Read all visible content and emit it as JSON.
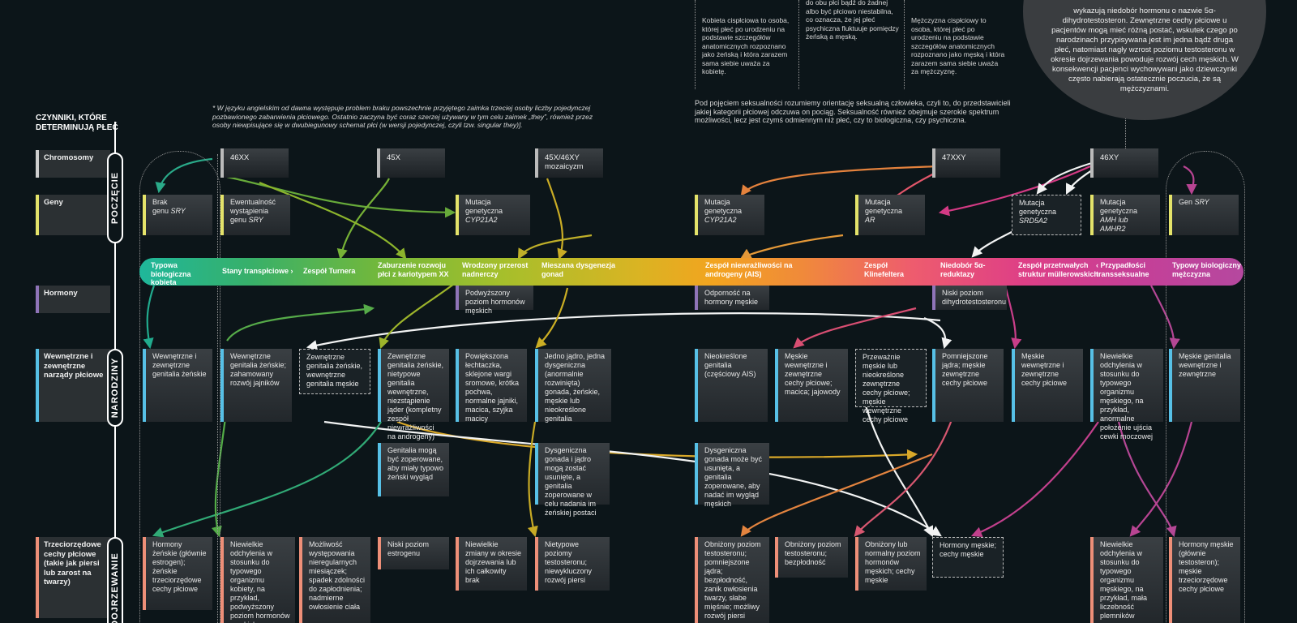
{
  "header": {
    "title_line1": "CZYNNIKI, KTÓRE",
    "title_line2": "DETERMINUJĄ PŁEĆ",
    "footnote": "* W języku angielskim od dawna występuje problem braku powszechnie przyjętego zaimka trzeciej osoby liczby pojedynczej pozbawionego zabarwienia płciowego. Ostatnio zaczyna być coraz szerzej używany w tym celu zaimek „they”, również przez osoby niewpisujące się w dwubiegunowy schemat płci (w wersji pojedynczej, czyli tzw. singular they)].",
    "sexuality_note": "Pod pojęciem seksualności rozumiemy orientację seksualną człowieka, czyli to, do przedstawicieli jakiej kategorii płciowej odczuwa on pociąg. Seksualność również obejmuje szerokie spektrum możliwości, lecz jest czymś odmiennym niż płeć, czy to biologiczna, czy psychiczna.",
    "def_cis_woman": "Kobieta cispłciowa to osoba, której płeć po urodzeniu na podstawie szczegółów anatomicznych rozpoznano jako żeńską i która zarazem sama siebie uważa za kobietę.",
    "def_fluid": "do obu płci bądź do żadnej albo być płciowo niestabilna, co oznacza, że jej płeć psychiczna fluktuuje pomiędzy żeńską a męską.",
    "def_cis_man": "Mężczyzna cispłciowy to osoba, której płeć po urodzeniu na podstawie szczegółów anatomicznych rozpoznano jako męską i która zarazem sama siebie uważa za mężczyznę.",
    "circle_text": "wykazują niedobór hormonu o nazwie 5α-dihydrotestosteron. Zewnętrzne cechy płciowe u pacjentów mogą mieć różną postać, wskutek czego po narodzinach przypisywana jest im jedna bądź druga płeć, natomiast nagły wzrost poziomu testosteronu w okresie dojrzewania powoduje rozwój cech męskich. W konsekwencji pacjenci wychowywani jako dziewczynki często nabierają ostatecznie poczucia, że są mężczyznami."
  },
  "rows": {
    "chromosomes": "Chromosomy",
    "genes": "Geny",
    "hormones": "Hormony",
    "internal": "Wewnętrzne i zewnętrzne narządy płciowe",
    "tertiary": "Trzeciorzędowe cechy płciowe (takie jak piersi lub zarost na twarzy)"
  },
  "phases": {
    "conception": "POCZĘCIE",
    "birth": "NARODZINY",
    "puberty": "DOJRZEWANIE"
  },
  "chromosomes": [
    "46XX",
    "45X",
    "45X/46XY",
    "mozaicyzm",
    "47XXY",
    "46XY"
  ],
  "genes": {
    "g1_a": "Brak",
    "g1_b": "genu ",
    "g1_c": "SRY",
    "g2_a": "Ewentualność",
    "g2_b": "wystąpienia",
    "g2_c": "genu ",
    "g2_d": "SRY",
    "g3_a": "Mutacja genetyczna",
    "g3_b": "CYP21A2",
    "g4_a": "Mutacja",
    "g4_b": "genetyczna",
    "g4_c": "CYP21A2",
    "g5_a": "Mutacja",
    "g5_b": "genetyczna",
    "g5_c": "AR",
    "g6_a": "Mutacja",
    "g6_b": "genetyczna",
    "g6_c": "SRD5A2",
    "g7_a": "Mutacja",
    "g7_b": "genetyczna",
    "g7_c": "AMH lub AMHR2",
    "g8_a": "Gen ",
    "g8_b": "SRY"
  },
  "spectrum": [
    "Typowa biologiczna kobieta",
    "Stany transpłciowe ›",
    "Zespół Turnera",
    "Zaburzenie rozwoju płci z kariotypem XX",
    "Wrodzony przerost nadnerczy",
    "Mieszana dysgenezja gonad",
    "Zespół niewrażliwości na androgeny (AIS)",
    "Zespół Klinefeltera",
    "Niedobór 5α-reduktazy",
    "Zespół przetrwałych struktur müllerowskich",
    "‹ Przypadłości transseksualne",
    "Typowy biologiczny mężczyzna"
  ],
  "hormones": [
    "Podwyższony poziom hormonów męskich",
    "Odporność na hormony męskie",
    "Niski poziom dihydrotestosteronu"
  ],
  "internal": [
    "Wewnętrzne i zewnętrzne genitalia żeńskie",
    "Wewnętrzne genitalia żeńskie; zahamowany rozwój jajników",
    "Zewnętrzne genitalia żeńskie, wewnętrzne genitalia męskie",
    "Zewnętrzne genitalia żeńskie, nietypowe genitalia wewnętrzne, niezstąpienie jąder (kompletny zespół niewrażliwości na androgeny)",
    "Powiększona łechtaczka, sklejone wargi sromowe, krótka pochwa, normalne jajniki, macica, szyjka macicy",
    "Jedno jądro, jedna dysgeniczna (anormalnie rozwinięta) gonada, żeńskie, męskie lub nieokreślone genitalia",
    "Nieokreślone genitalia (częściowy AIS)",
    "Męskie wewnętrzne i zewnętrzne cechy płciowe; macica; jajowody",
    "Przeważnie męskie lub nieokreślone zewnętrzne cechy płciowe; męskie wewnętrzne cechy płciowe",
    "Pomniejszone jądra; męskie zewnętrzne cechy płciowe",
    "Męskie wewnętrzne i zewnętrzne cechy płciowe",
    "Niewielkie odchylenia w stosunku do typowego organizmu męskiego, na przykład, anormalne położenie ujścia cewki moczowej",
    "Męskie genitalia wewnętrzne i zewnętrzne"
  ],
  "surgery": [
    "Genitalia mogą być zoperowane, aby miały typowo żeński wygląd",
    "Dysgeniczna gonada i jądro mogą zostać usunięte, a genitalia zoperowane w celu nadania im żeńskiej postaci",
    "Dysgeniczna gonada może być usunięta, a genitalia zoperowane, aby nadać im wygląd męskich"
  ],
  "tertiary": [
    "Hormony żeńskie (głównie estrogen); żeńskie trzeciorzędowe cechy płciowe",
    "Niewielkie odchylenia w stosunku do typowego organizmu kobiety, na przykład, podwyższony poziom hormonów męskich",
    "Możliwość występowania nieregularnych miesiączek; spadek zdolności do zapłodnienia; nadmierne owłosienie ciała",
    "Niski poziom estrogenu",
    "Niewielkie zmiany w okresie dojrzewania lub ich całkowity brak",
    "Nietypowe poziomy testosteronu; niewykluczony rozwój piersi",
    "Obniżony poziom testosteronu; pomniejszone jądra; bezpłodność, zanik owłosienia twarzy, słabe mięśnie; możliwy rozwój piersi",
    "Obniżony poziom testosteronu; bezpłodność",
    "Obniżony lub normalny poziom hormonów męskich; cechy męskie",
    "Hormony męskie; cechy męskie",
    "Niewielkie odchylenia w stosunku do typowego organizmu męskiego, na przykład, mała liczebność plemników",
    "Hormony męskie (głównie testosteron); męskie trzeciorzędowe cechy płciowe"
  ]
}
